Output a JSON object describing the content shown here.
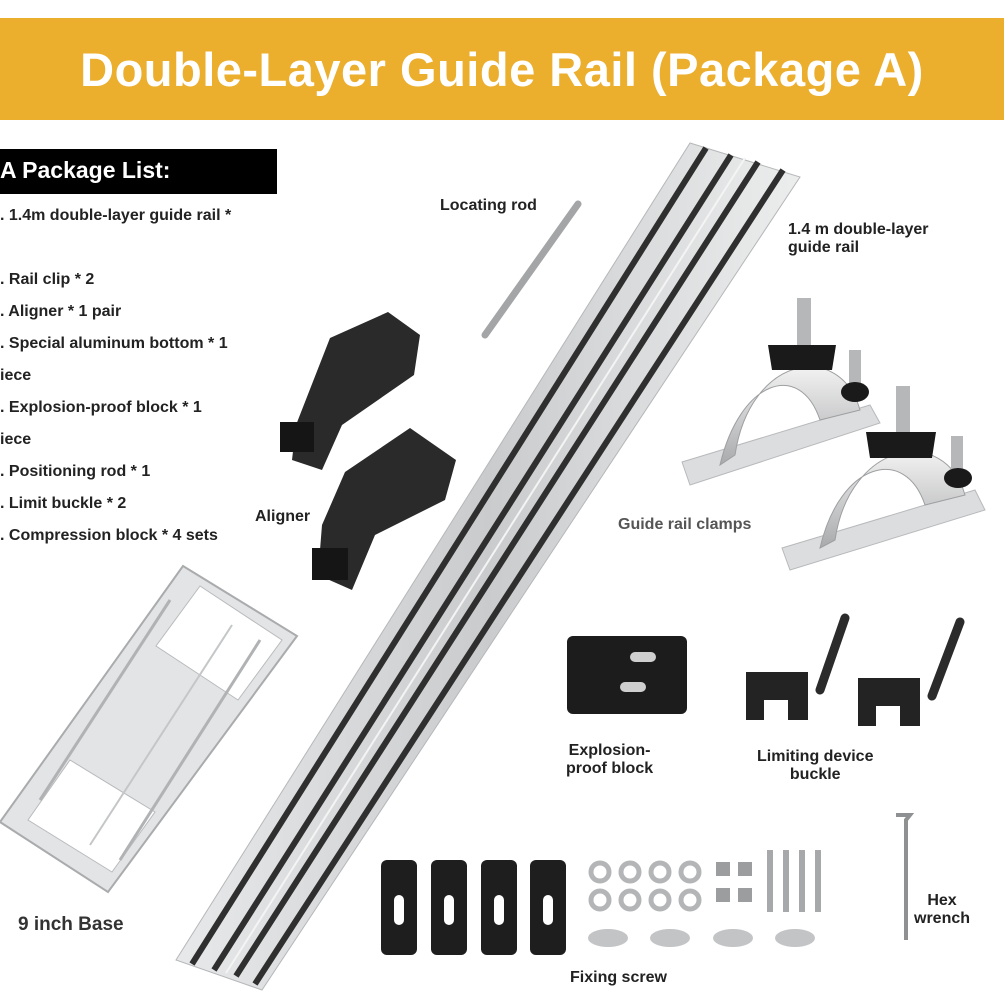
{
  "colors": {
    "banner": "#EBAE2D",
    "header_bg": "#000000",
    "rail_silver": "#d2d4d6",
    "rail_groove": "#3a3a3a",
    "part_black": "#1c1c1c"
  },
  "banner": {
    "title": "Double-Layer Guide Rail (Package A)"
  },
  "package_list": {
    "header": "A Package List:",
    "items": [
      ". 1.4m double-layer guide rail *",
      "",
      ". Rail clip * 2",
      ". Aligner * 1 pair",
      ". Special aluminum bottom * 1",
      "iece",
      ". Explosion-proof block * 1",
      "iece",
      ". Positioning rod * 1",
      ". Limit buckle * 2",
      ". Compression block * 4 sets"
    ]
  },
  "labels": {
    "locating_rod": "Locating rod",
    "guide_rail_line1": "1.4 m double-layer",
    "guide_rail_line2": "guide rail",
    "aligner": "Aligner",
    "guide_rail_clamps": "Guide rail clamps",
    "explosion_line1": "Explosion-",
    "explosion_line2": "proof block",
    "limiting_line1": "Limiting device",
    "limiting_line2": "buckle",
    "base": "9 inch Base",
    "hex_line1": "Hex",
    "hex_line2": "wrench",
    "fixing_screw": "Fixing screw"
  }
}
